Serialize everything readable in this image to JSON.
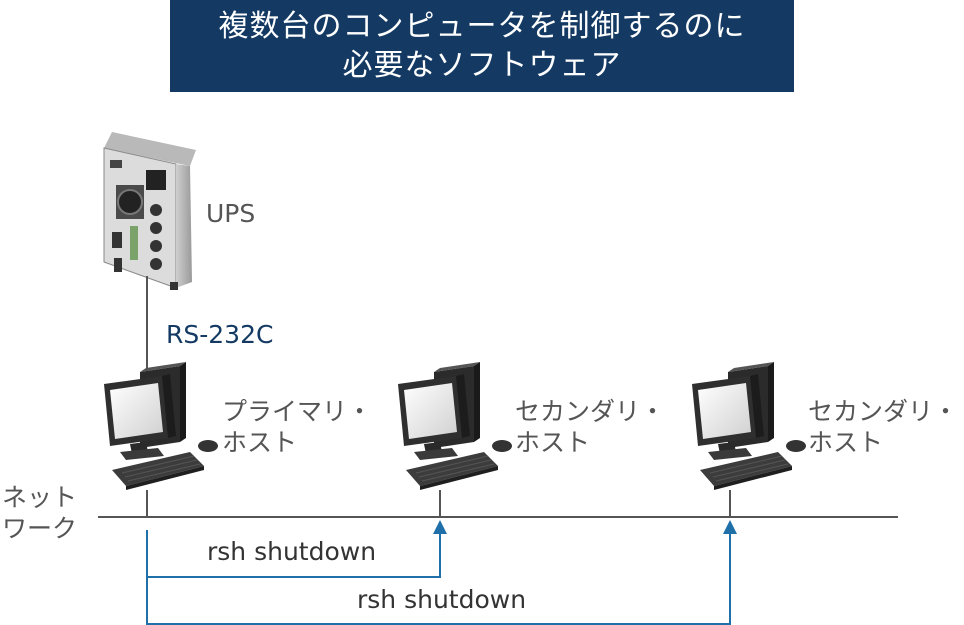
{
  "title": {
    "line1": "複数台のコンピュータを制御するのに",
    "line2": "必要なソフトウェア"
  },
  "ups": {
    "label": "UPS"
  },
  "serial": {
    "label": "RS-232C"
  },
  "hosts": [
    {
      "line1": "プライマリ・",
      "line2": "ホスト"
    },
    {
      "line1": "セカンダリ・",
      "line2": "ホスト"
    },
    {
      "line1": "セカンダリ・",
      "line2": "ホスト"
    }
  ],
  "network": {
    "line1": "ネット",
    "line2": "ワーク"
  },
  "commands": [
    {
      "label": "rsh shutdown"
    },
    {
      "label": "rsh shutdown"
    }
  ],
  "colors": {
    "title_bg": "#143a63",
    "arrow": "#1f6fa8",
    "line": "#555555"
  }
}
